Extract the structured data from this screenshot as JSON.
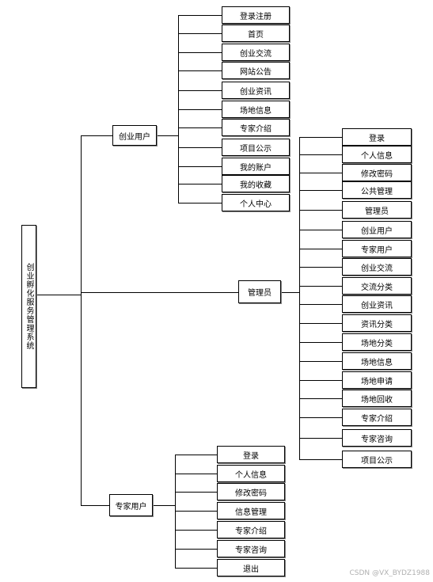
{
  "root": {
    "label": "创业孵化服务管理系统"
  },
  "groups": {
    "entrepreneur": {
      "label": "创业用户",
      "items": [
        "登录注册",
        "首页",
        "创业交流",
        "网站公告",
        "创业资讯",
        "场地信息",
        "专家介绍",
        "项目公示",
        "我的账户",
        "我的收藏",
        "个人中心"
      ]
    },
    "admin": {
      "label": "管理员",
      "items": [
        "登录",
        "个人信息",
        "修改密码",
        "公共管理",
        "管理员",
        "创业用户",
        "专家用户",
        "创业交流",
        "交流分类",
        "创业资讯",
        "资讯分类",
        "场地分类",
        "场地信息",
        "场地申请",
        "场地回收",
        "专家介绍",
        "专家咨询",
        "项目公示"
      ]
    },
    "expert": {
      "label": "专家用户",
      "items": [
        "登录",
        "个人信息",
        "修改密码",
        "信息管理",
        "专家介绍",
        "专家咨询",
        "退出"
      ]
    }
  },
  "watermark": "CSDN @VX_BYDZ1988"
}
